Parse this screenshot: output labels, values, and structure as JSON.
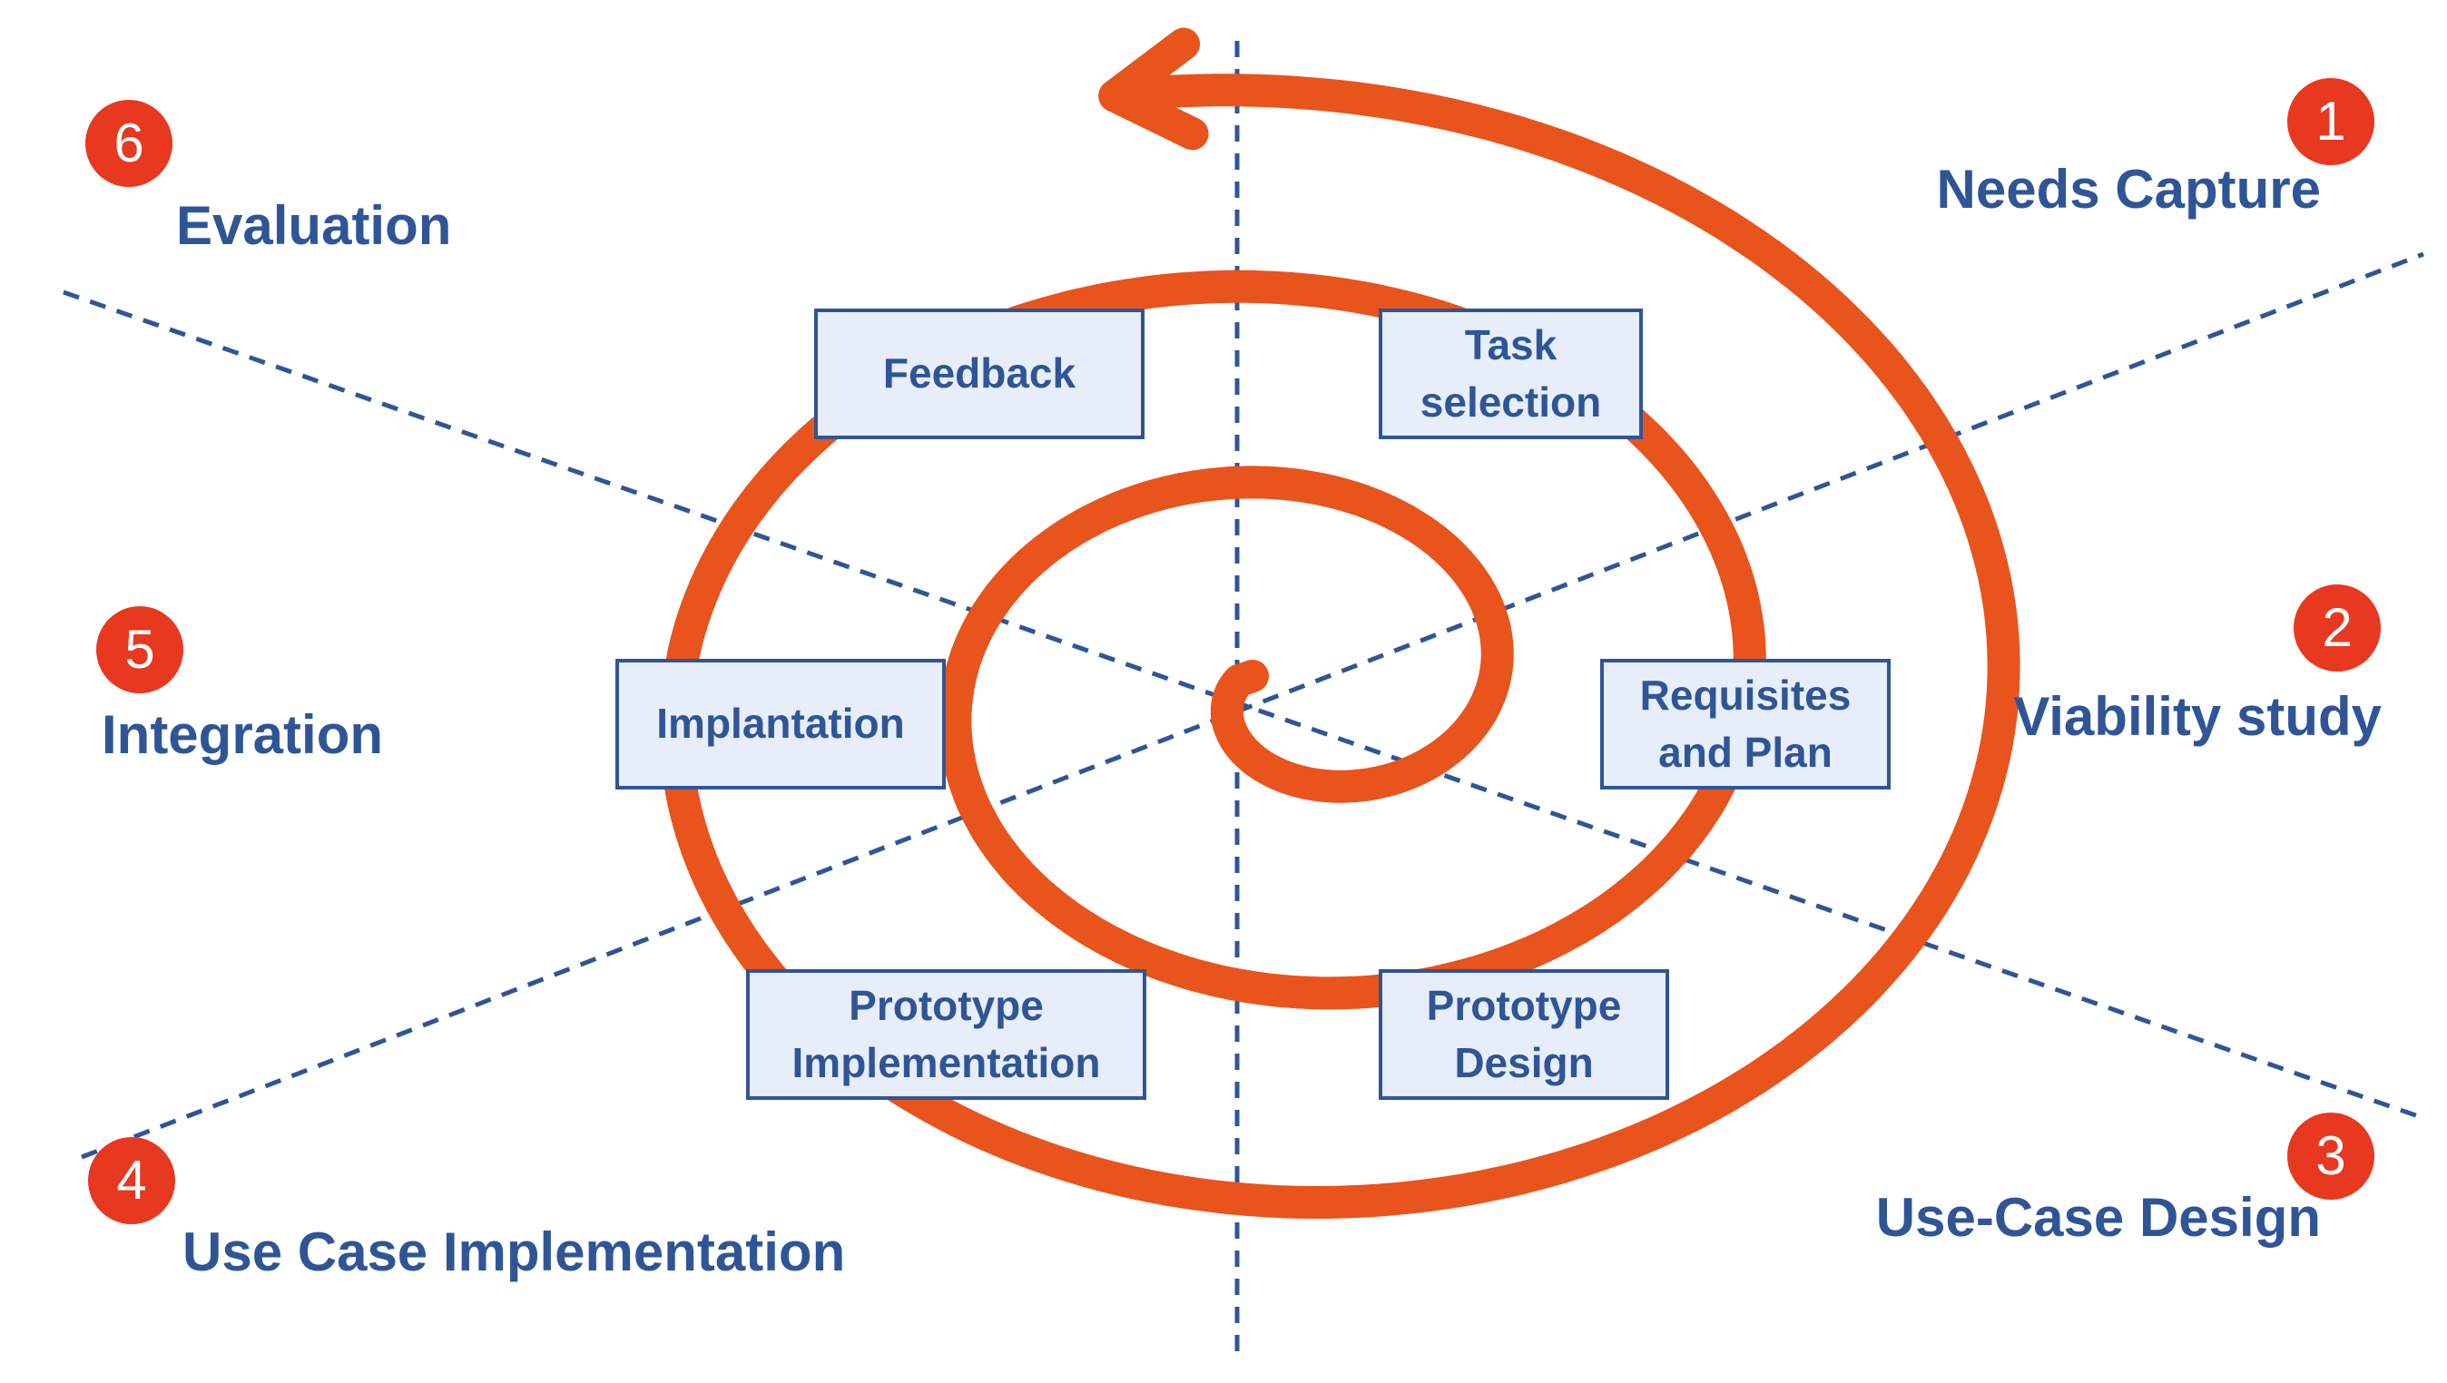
{
  "colors": {
    "spiral": "#e8541c",
    "guide_lines": "#2f5597",
    "label_text": "#2f5597",
    "badge_fill": "#e8381f",
    "box_fill": "#e7eef9",
    "box_border": "#2f5597"
  },
  "phases": [
    {
      "number": "1",
      "label": "Needs Capture"
    },
    {
      "number": "2",
      "label": "Viability study"
    },
    {
      "number": "3",
      "label": "Use-Case Design"
    },
    {
      "number": "4",
      "label": "Use Case Implementation"
    },
    {
      "number": "5",
      "label": "Integration"
    },
    {
      "number": "6",
      "label": "Evaluation"
    }
  ],
  "steps": {
    "task_selection": "Task\nselection",
    "requisites_plan": "Requisites\nand Plan",
    "prototype_design": "Prototype\nDesign",
    "prototype_implementation": "Prototype\nImplementation",
    "implantation": "Implantation",
    "feedback": "Feedback"
  }
}
